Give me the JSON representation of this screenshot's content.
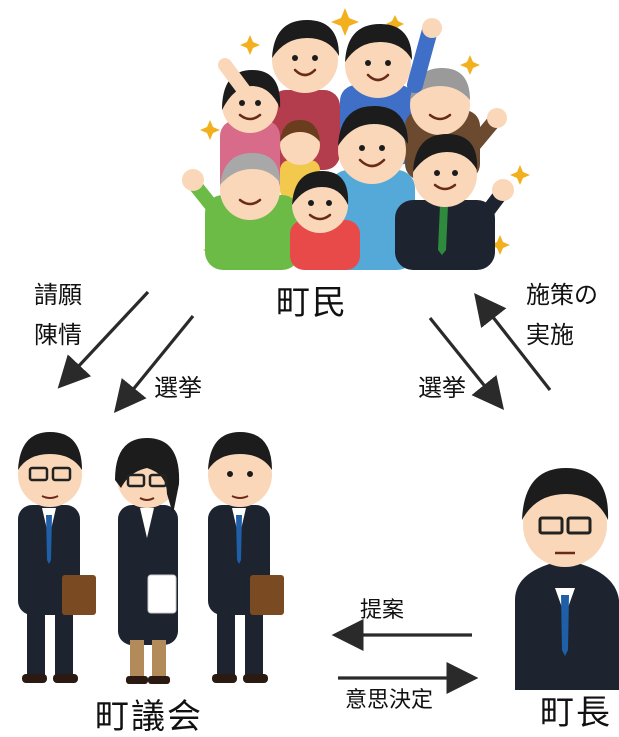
{
  "nodes": {
    "townspeople": "町民",
    "council": "町議会",
    "mayor": "町長"
  },
  "edges": {
    "petition_line1": "請願",
    "petition_line2": "陳情",
    "election_left": "選挙",
    "election_right": "選挙",
    "policy_line1": "施策の",
    "policy_line2": "実施",
    "proposal": "提案",
    "decision": "意思決定"
  },
  "colors": {
    "arrow": "#2a2a2a",
    "suit": "#1d2430",
    "skin": "#f9d7b8",
    "tie_blue": "#1f5fa8",
    "tie_green": "#2e8b3e",
    "star": "#f2b01e"
  }
}
